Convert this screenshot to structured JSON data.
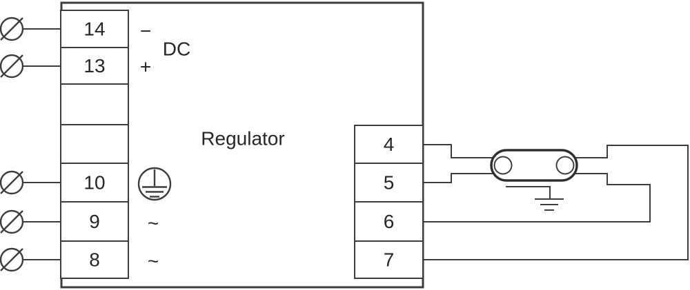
{
  "colors": {
    "background": "#ffffff",
    "line": "#3c3c3c",
    "text": "#262626"
  },
  "regulator_box": {
    "label": "Regulator"
  },
  "dc_section": {
    "minus": "−",
    "label": "DC",
    "plus": "+"
  },
  "ac_section": {
    "tilde_9": "~",
    "tilde_8": "~"
  },
  "left_terminal_strip": {
    "cells": [
      "14",
      "13",
      "",
      "",
      "10",
      "9",
      "8"
    ]
  },
  "right_terminal_strip": {
    "cells": [
      "4",
      "5",
      "6",
      "7"
    ]
  },
  "icons": {
    "wire_terminal": "circle-with-slash",
    "protective_earth": "circle-with-ground-bars",
    "lamp": "capsule-with-end-electrodes",
    "ground": "three-bar-earth"
  }
}
